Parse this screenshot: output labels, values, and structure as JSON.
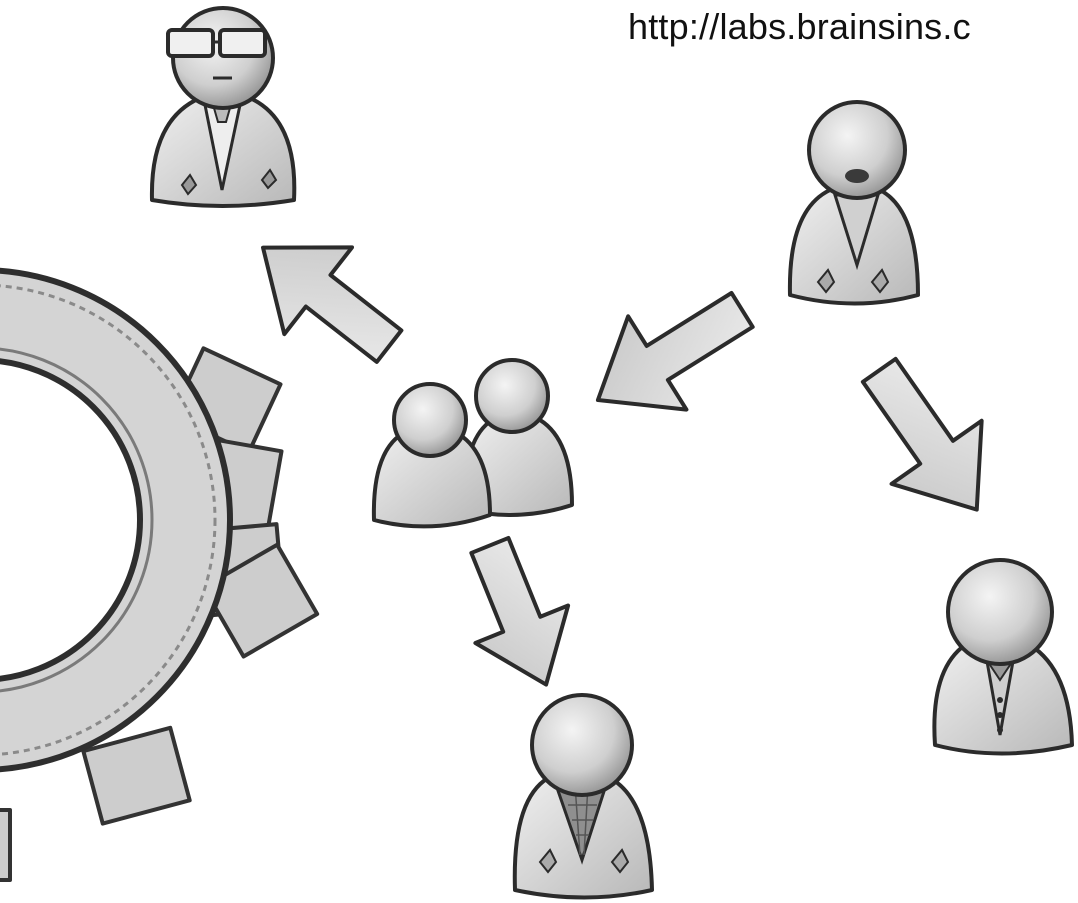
{
  "watermark": {
    "url": "http://labs.brainsins.c"
  },
  "colors": {
    "background": "#ffffff",
    "ink": "#2b2b2b",
    "fill_light": "#e8e8e8",
    "fill_mid": "#cfcfcf",
    "fill_dark": "#9a9a9a"
  },
  "elements": [
    {
      "kind": "gear",
      "icon": "gear-icon"
    },
    {
      "kind": "person",
      "icon": "person-glasses-tie-icon"
    },
    {
      "kind": "person",
      "icon": "person-bowtie-icon"
    },
    {
      "kind": "group",
      "icon": "user-group-icon"
    },
    {
      "kind": "person",
      "icon": "person-vest-icon"
    },
    {
      "kind": "person",
      "icon": "person-plaid-shirt-icon"
    },
    {
      "kind": "arrow",
      "icon": "arrow-up-left-icon"
    },
    {
      "kind": "arrow",
      "icon": "arrow-down-left-icon"
    },
    {
      "kind": "arrow",
      "icon": "arrow-down-right-icon"
    },
    {
      "kind": "arrow",
      "icon": "arrow-down-icon"
    }
  ]
}
